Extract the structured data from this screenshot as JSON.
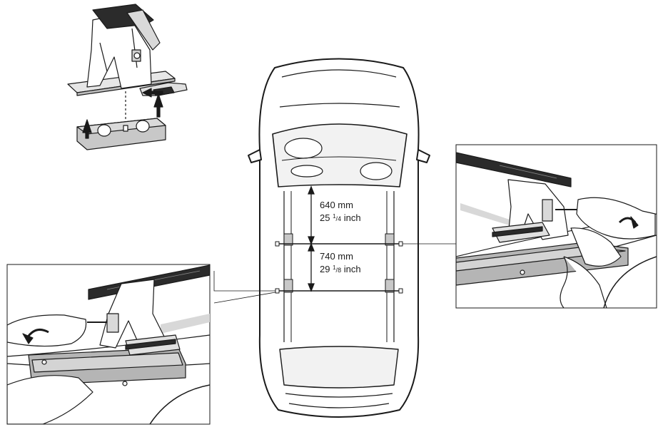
{
  "dimensions": {
    "front": {
      "metric": "640 mm",
      "imperial_whole": "25",
      "imperial_num": "1",
      "imperial_den": "4",
      "imperial_unit": "inch"
    },
    "rear": {
      "metric": "740 mm",
      "imperial_whole": "29",
      "imperial_num": "1",
      "imperial_den": "8",
      "imperial_unit": "inch"
    }
  },
  "colors": {
    "line": "#1a1a1a",
    "pad": "#c8c8c8",
    "bar": "#2b2b2b",
    "rail": "#b5b5b5",
    "glass": "#f2f2f2"
  }
}
